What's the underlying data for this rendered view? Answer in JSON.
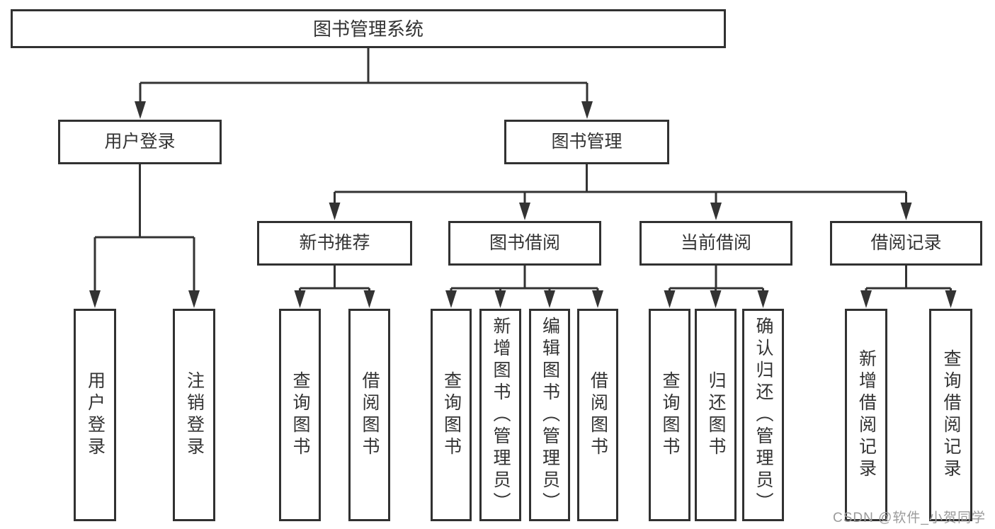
{
  "diagram": {
    "root": {
      "label": "图书管理系统"
    },
    "level2": {
      "user_login": {
        "label": "用户登录"
      },
      "book_management": {
        "label": "图书管理"
      }
    },
    "level3": {
      "new_book_recommend": {
        "label": "新书推荐"
      },
      "book_borrow": {
        "label": "图书借阅"
      },
      "current_borrow": {
        "label": "当前借阅"
      },
      "borrow_record": {
        "label": "借阅记录"
      }
    },
    "leaves": {
      "user_login": {
        "label": "用户登录"
      },
      "logout": {
        "label": "注销登录"
      },
      "rec_query_book": {
        "label": "查询图书"
      },
      "rec_borrow_book": {
        "label": "借阅图书"
      },
      "bb_query_book": {
        "label": "查询图书"
      },
      "bb_add_book": {
        "label": "新增图书（管理员）"
      },
      "bb_edit_book": {
        "label": "编辑图书（管理员）"
      },
      "bb_borrow_book": {
        "label": "借阅图书"
      },
      "cb_query_book": {
        "label": "查询图书"
      },
      "cb_return_book": {
        "label": "归还图书"
      },
      "cb_confirm_return": {
        "label": "确认归还（管理员）"
      },
      "br_add_record": {
        "label": "新增借阅记录"
      },
      "br_query_record": {
        "label": "查询借阅记录"
      }
    }
  },
  "watermark": {
    "text": "CSDN @软件_小贺同学"
  },
  "colors": {
    "line": "#333333",
    "border": "#313131",
    "text": "#333333",
    "watermark_text": "#9b9b9b",
    "background": "#ffffff"
  }
}
